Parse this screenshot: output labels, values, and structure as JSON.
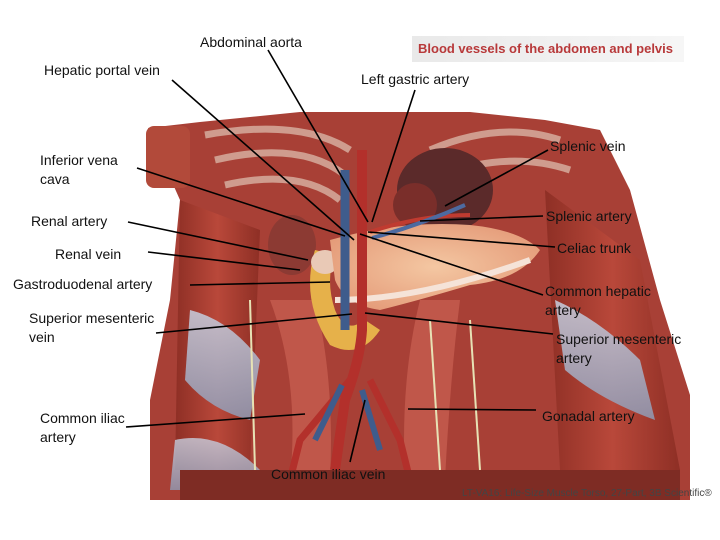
{
  "header": {
    "title": "Blood vessels of the abdomen and pelvis"
  },
  "credit": "LT-VA16: Life-Size Muscle Torso, 27-Part, 3B Scientific®",
  "labels": {
    "abdominal_aorta": "Abdominal aorta",
    "hepatic_portal_vein": "Hepatic portal vein",
    "left_gastric_artery": "Left gastric artery",
    "inferior_vena_cava": "Inferior vena cava",
    "renal_artery": "Renal artery",
    "renal_vein": "Renal vein",
    "gastroduodenal_artery": "Gastroduodenal artery",
    "superior_mesenteric_vein": "Superior mesenteric vein",
    "common_iliac_artery": "Common iliac artery",
    "common_iliac_vein": "Common iliac vein",
    "splenic_vein": "Splenic vein",
    "splenic_artery": "Splenic artery",
    "celiac_trunk": "Celiac trunk",
    "common_hepatic_artery": "Common hepatic artery",
    "superior_mesenteric_artery": "Superior mesenteric artery",
    "gonadal_artery": "Gonadal artery"
  }
}
